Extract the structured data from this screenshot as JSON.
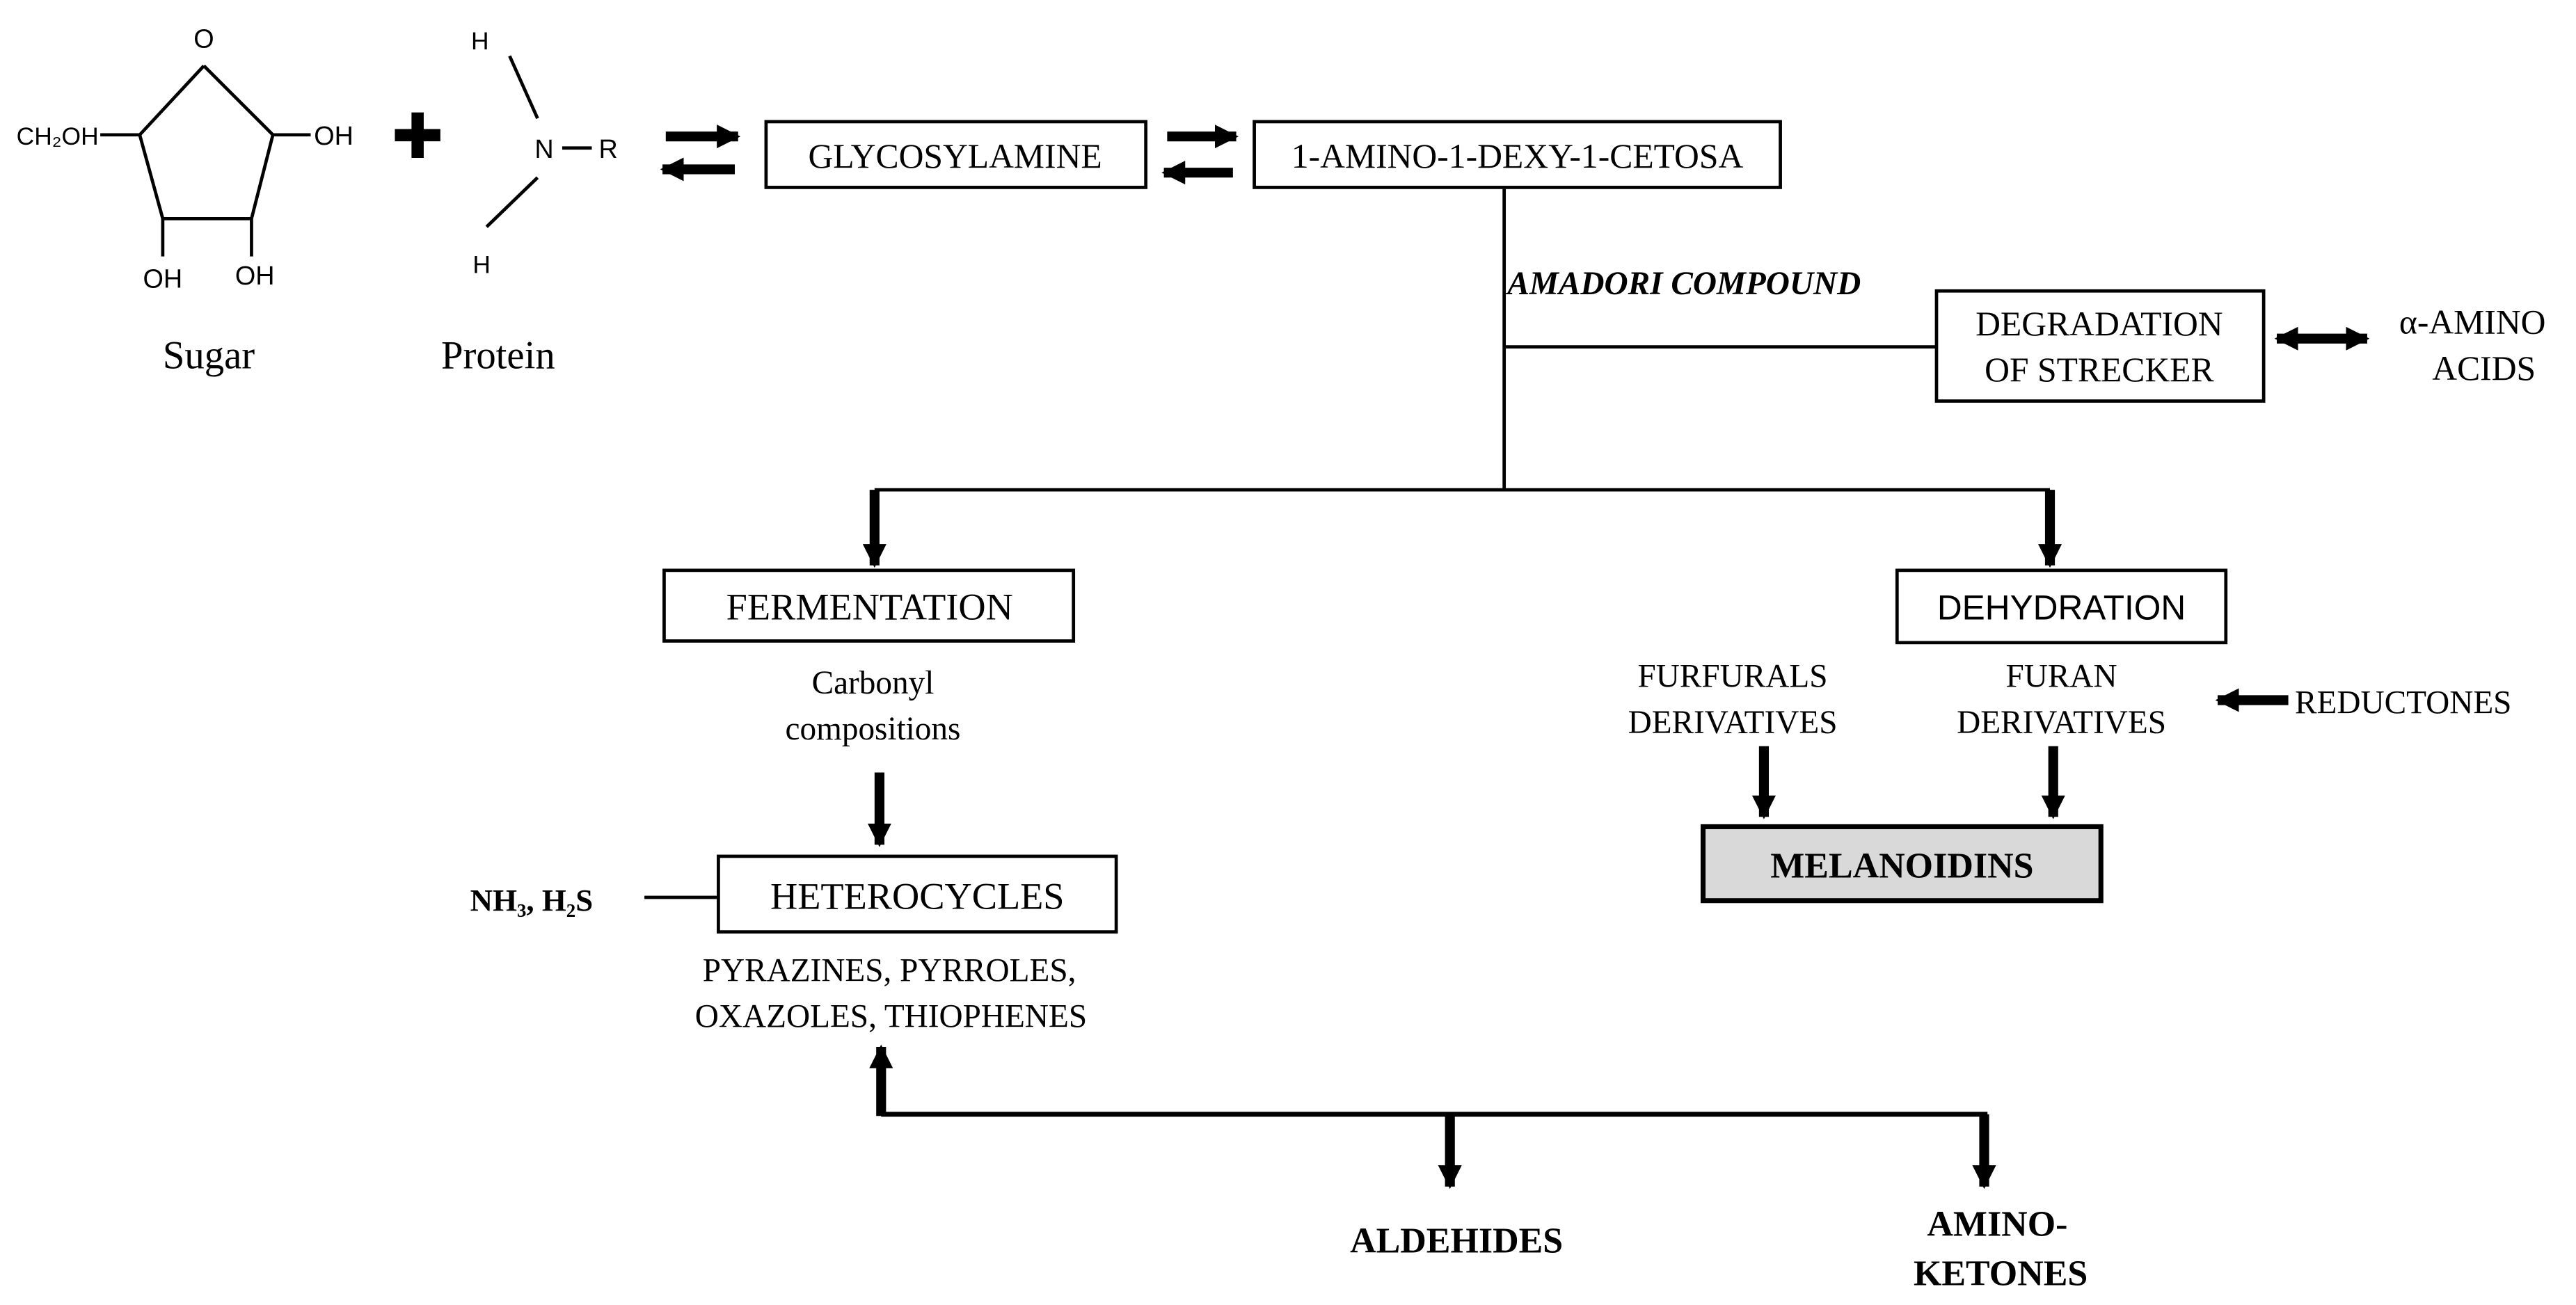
{
  "molecules": {
    "sugar": {
      "ring_o": "O",
      "ch2oh": "CH₂OH",
      "oh_right": "OH",
      "oh_bottom_left": "OH",
      "oh_bottom_right": "OH",
      "caption": "Sugar"
    },
    "plus_symbol": "✚",
    "protein": {
      "h_top": "H",
      "n": "N",
      "r": "R",
      "h_bottom": "H",
      "caption": "Protein"
    }
  },
  "boxes": {
    "glycosylamine": "GLYCOSYLAMINE",
    "amino_cetosa": "1-AMINO-1-DEXY-1-CETOSA",
    "degradation_line1": "DEGRADATION",
    "degradation_line2": "OF STRECKER",
    "fermentation": "FERMENTATION",
    "dehydration": "DEHYDRATION",
    "heterocycles": "HETEROCYCLES",
    "melanoidins": "MELANOIDINS"
  },
  "labels": {
    "amadori_compound": "AMADORI COMPOUND",
    "alpha_amino_line1": "α-AMINO",
    "alpha_amino_line2": "ACIDS",
    "carbonyl_line1": "Carbonyl",
    "carbonyl_line2": "compositions",
    "furfurals_line1": "FURFURALS",
    "furfurals_line2": "DERIVATIVES",
    "furan_line1": "FURAN",
    "furan_line2": "DERIVATIVES",
    "reductones": "REDUCTONES",
    "nh3_h2s": "NH₃, H₂S",
    "heterocycle_types_line1": "PYRAZINES, PYRROLES,",
    "heterocycle_types_line2": "OXAZOLES, THIOPHENES",
    "aldehides": "ALDEHIDES",
    "amino_ketones_line1": "AMINO-",
    "amino_ketones_line2": "KETONES"
  },
  "colors": {
    "ink": "#000000",
    "melanoidins_fill": "#d9d9d9",
    "background": "#ffffff"
  }
}
